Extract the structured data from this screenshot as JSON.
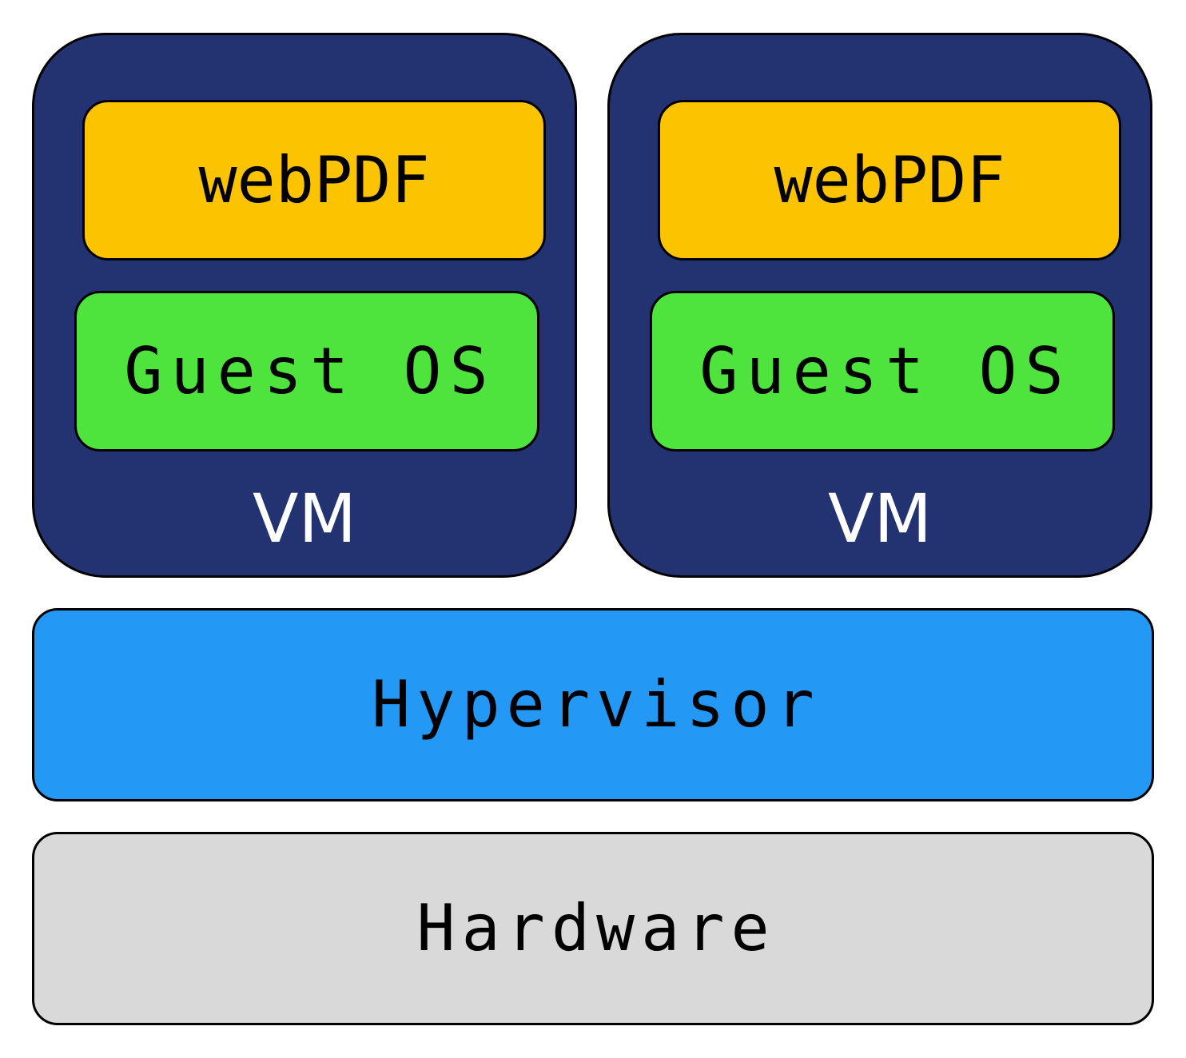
{
  "colors": {
    "vm_fill": "#233270",
    "app_fill": "#FBC300",
    "os_fill": "#4FE33E",
    "hypervisor_fill": "#2398F4",
    "hardware_fill": "#D9D9D9",
    "border": "#000000",
    "vm_text": "#FFFFFF",
    "text": "#000000"
  },
  "vms": [
    {
      "label": "VM",
      "app_label": "webPDF",
      "os_label": "Guest OS"
    },
    {
      "label": "VM",
      "app_label": "webPDF",
      "os_label": "Guest OS"
    }
  ],
  "layers": {
    "hypervisor": "Hypervisor",
    "hardware": "Hardware"
  }
}
